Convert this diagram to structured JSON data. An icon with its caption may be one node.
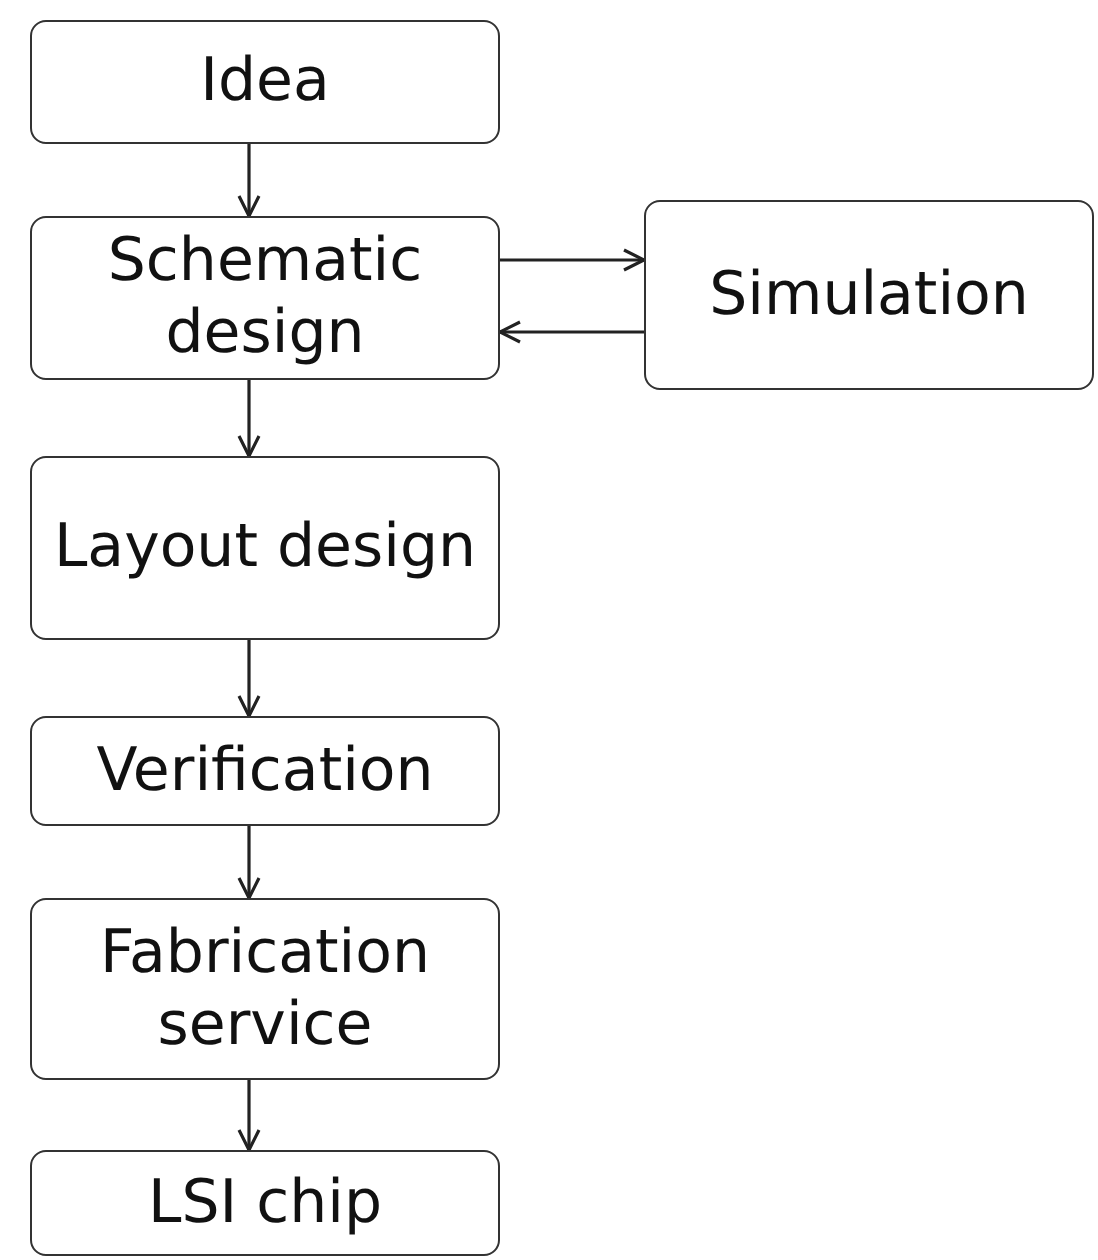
{
  "diagram": {
    "nodes": [
      {
        "text": [
          "Idea"
        ]
      },
      {
        "text": [
          "Schematic design"
        ]
      },
      {
        "text": [
          "Simulation"
        ]
      },
      {
        "text": [
          "Layout design"
        ]
      },
      {
        "text": [
          "Verification"
        ]
      },
      {
        "text": [
          "Fabrication service"
        ]
      },
      {
        "text": [
          "LSI chip"
        ]
      }
    ],
    "edges": [
      {
        "from": 0,
        "to": 1,
        "arrow": "to"
      },
      {
        "from": 1,
        "to": 2,
        "arrow": "to"
      },
      {
        "from": 2,
        "to": 1,
        "arrow": "to"
      },
      {
        "from": 1,
        "to": 3,
        "arrow": "to"
      },
      {
        "from": 3,
        "to": 4,
        "arrow": "to"
      },
      {
        "from": 4,
        "to": 5,
        "arrow": "to"
      },
      {
        "from": 5,
        "to": 6,
        "arrow": "to"
      }
    ]
  }
}
